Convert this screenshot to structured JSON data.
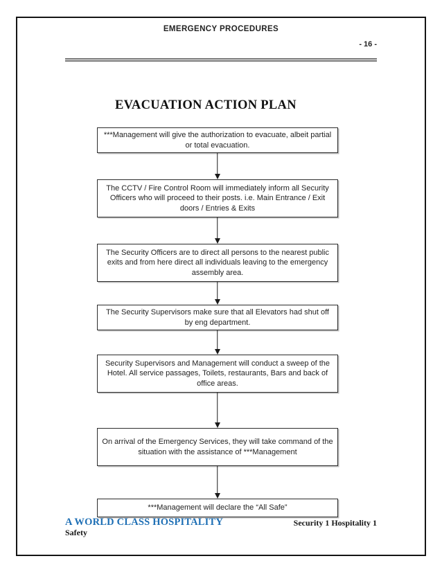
{
  "header": {
    "title": "EMERGENCY PROCEDURES",
    "page_number": "- 16 -"
  },
  "doc_title": "EVACUATION ACTION PLAN",
  "flowchart": {
    "steps": [
      {
        "text": "***Management will give the authorization to evacuate, albeit partial or total evacuation."
      },
      {
        "text": "The CCTV / Fire Control Room will immediately inform all Security Officers who will proceed to their posts. i.e. Main Entrance / Exit doors / Entries & Exits"
      },
      {
        "text": "The Security Officers are to direct all persons to the nearest public exits and from here direct all individuals leaving to the emergency assembly area."
      },
      {
        "text": "The Security Supervisors make sure that all Elevators had shut off by eng department."
      },
      {
        "text": "Security Supervisors and Management will conduct a sweep of the Hotel. All service passages, Toilets, restaurants, Bars and back of office areas."
      },
      {
        "text": "On arrival of the Emergency Services, they will take command of the situation with the assistance of ***Management"
      },
      {
        "text": "***Management will declare the “All Safe”"
      }
    ]
  },
  "footer": {
    "brand": "A WORLD CLASS HOSPITALITY",
    "department": "Safety",
    "right_text": "Security 1 Hospitality 1"
  },
  "colors": {
    "brand_blue": "#1e6fb5",
    "rule_gray": "#757575",
    "frame_black": "#141414"
  }
}
